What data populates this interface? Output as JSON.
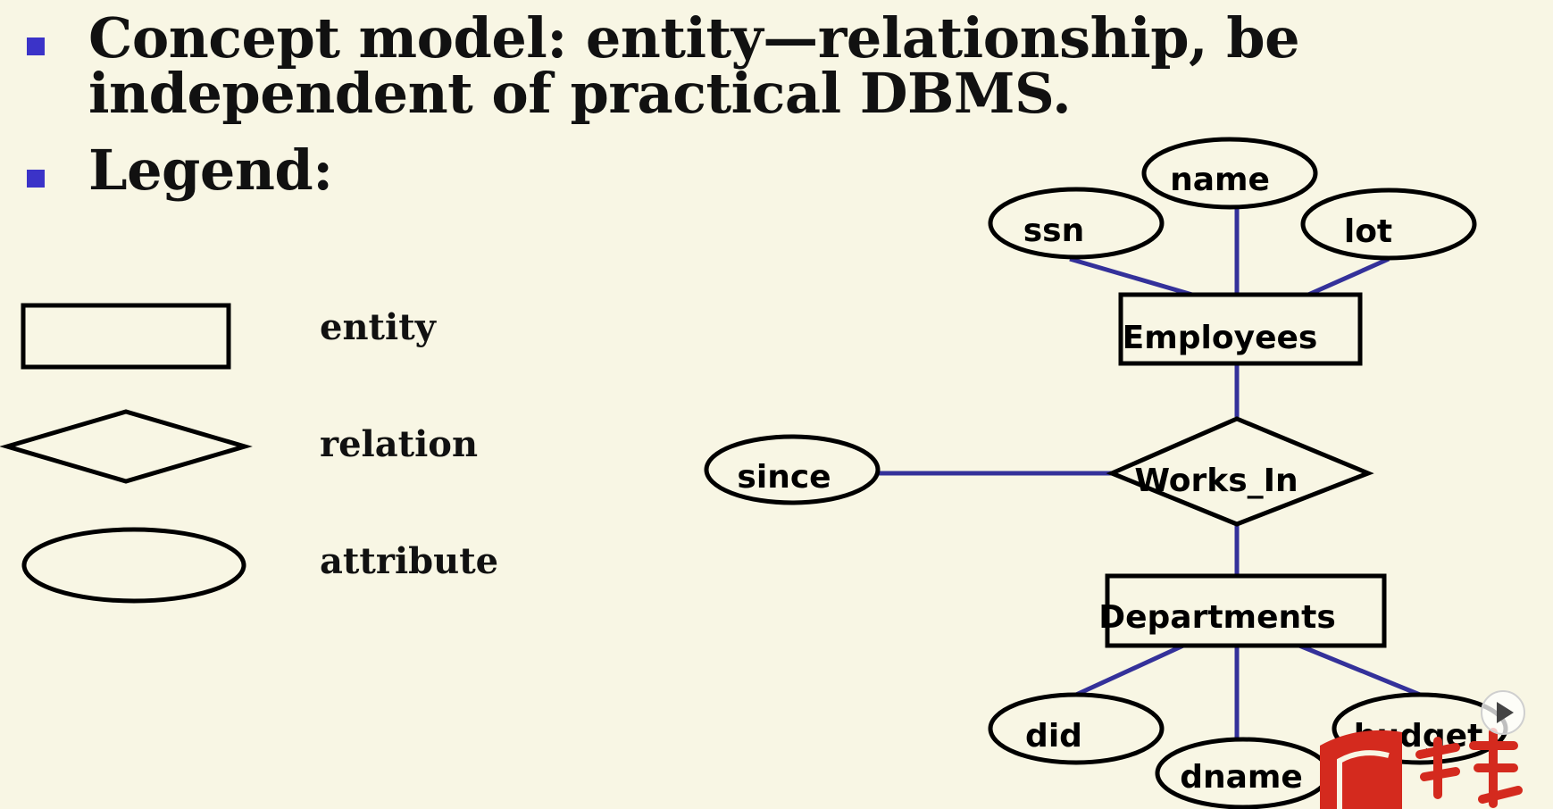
{
  "bullets": [
    {
      "text": "Concept model: entity—relationship, be independent of practical DBMS."
    },
    {
      "text": "Legend:"
    }
  ],
  "legend": {
    "entity_label": "entity",
    "relation_label": "relation",
    "attribute_label": "attribute"
  },
  "er_diagram": {
    "entities": {
      "employees": "Employees",
      "departments": "Departments"
    },
    "relationship": "Works_In",
    "attributes": {
      "ssn": "ssn",
      "name": "name",
      "lot": "lot",
      "since": "since",
      "did": "did",
      "dname": "dname",
      "budget": "budget"
    }
  },
  "colors": {
    "background": "#f8f6e4",
    "bullet": "#3b33c8",
    "connector": "#34319a",
    "outline": "#000000",
    "watermark": "#d42a1e"
  }
}
